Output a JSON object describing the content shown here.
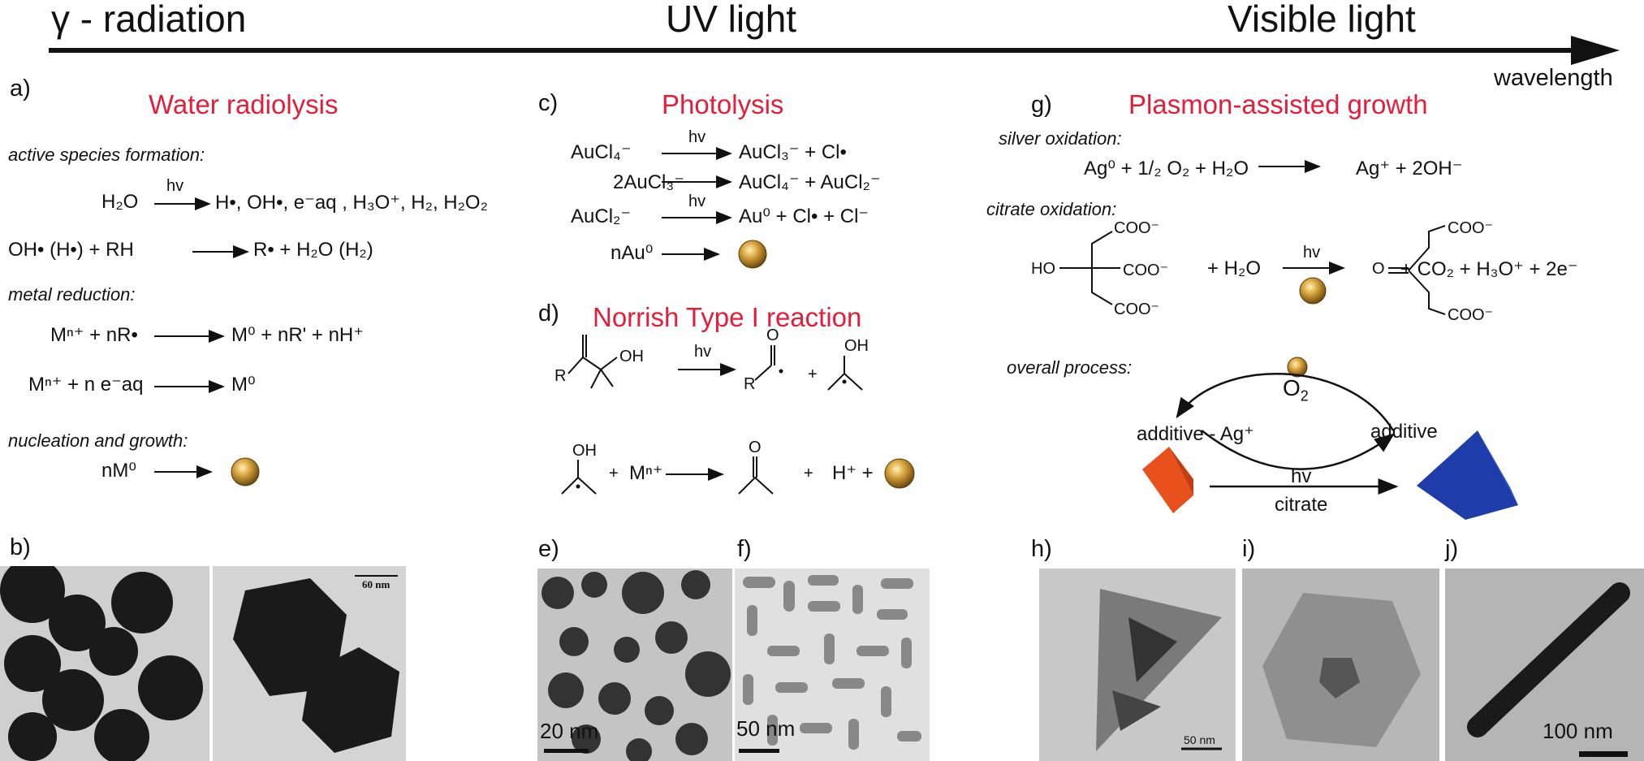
{
  "header": {
    "gamma": "γ - radiation",
    "uv": "UV light",
    "visible": "Visible light",
    "axis_label": "wavelength"
  },
  "panel_a": {
    "letter": "a)",
    "title": "Water radiolysis",
    "s1": "active species formation:",
    "e1_left": "H₂O",
    "e1_hv": "hv",
    "e1_right": "H•,  OH•,  e⁻aq , H₃O⁺,  H₂,  H₂O₂",
    "e2": "OH• (H•) + RH",
    "e2_right": "R• + H₂O (H₂)",
    "s2": "metal reduction:",
    "e3": "Mⁿ⁺ + nR•",
    "e3_right": "M⁰ + nR' + nH⁺",
    "e4": "Mⁿ⁺ + n e⁻aq",
    "e4_right": "M⁰",
    "s3": "nucleation and growth:",
    "e5": "nM⁰"
  },
  "panel_b": {
    "letter": "b)",
    "scale": "60 nm"
  },
  "panel_c": {
    "letter": "c)",
    "title": "Photolysis",
    "hv": "hv",
    "r1l": "AuCl₄⁻",
    "r1r": "AuCl₃⁻ + Cl•",
    "r2l": "2AuCl₃⁻",
    "r2r": "AuCl₄⁻ + AuCl₂⁻",
    "r3l": "AuCl₂⁻",
    "r3r": "Au⁰ + Cl• + Cl⁻",
    "r4l": "nAu⁰"
  },
  "panel_d": {
    "letter": "d)",
    "title": "Norrish Type I reaction",
    "hv": "hv",
    "R1": "R",
    "OH1": "OH",
    "O1": "O",
    "R2": "R",
    "plus": "+",
    "OH2": "OH",
    "OH3": "OH",
    "Mn": "Mⁿ⁺",
    "O2": "O",
    "Hplus": "H⁺ +"
  },
  "panel_e": {
    "letter": "e)",
    "scale": "20 nm"
  },
  "panel_f": {
    "letter": "f)",
    "scale": "50 nm"
  },
  "panel_g": {
    "letter": "g)",
    "title": "Plasmon-assisted growth",
    "s1": "silver oxidation:",
    "e1": "Ag⁰ + 1/₂ O₂ + H₂O",
    "e1r": "Ag⁺ + 2OH⁻",
    "s2": "citrate oxidation:",
    "coo": "COO⁻",
    "ho": "HO",
    "plusH2O": "+ H₂O",
    "hv": "hv",
    "O": "O",
    "products": "+ CO₂ + H₃O⁺ + 2e⁻",
    "s3": "overall process:",
    "o2": "O",
    "o2sub": "2",
    "additive_ag": "additive - Ag⁺",
    "additive": "additive",
    "hv2": "hv",
    "citrate": "citrate"
  },
  "panel_h": {
    "letter": "h)",
    "scale": "50 nm"
  },
  "panel_i": {
    "letter": "i)"
  },
  "panel_j": {
    "letter": "j)",
    "scale": "100 nm"
  },
  "colors": {
    "accent_red": "#e41e3a",
    "gold": "#c8952e",
    "orange": "#e8501c",
    "blue": "#1e3caa"
  }
}
